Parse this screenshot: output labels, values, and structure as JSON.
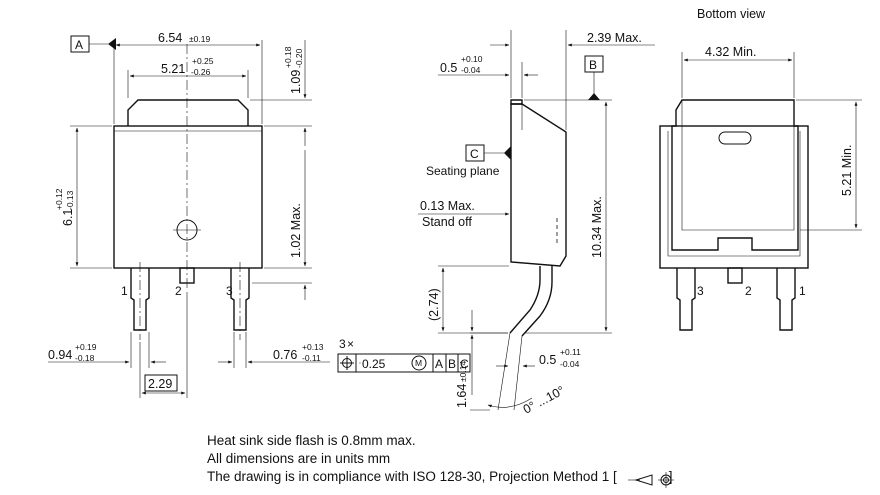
{
  "view_labels": {
    "bottom_view": "Bottom view"
  },
  "datums": {
    "a": "A",
    "b": "B",
    "c": "C"
  },
  "labels": {
    "seating_plane": "Seating plane",
    "stand_off": "Stand off"
  },
  "pins": [
    "1",
    "2",
    "3"
  ],
  "front": {
    "width_outer": {
      "value": "6.54",
      "tol": "±0.19"
    },
    "width_tab": {
      "value": "5.21",
      "tol_plus": "+0.25",
      "tol_minus": "-0.26"
    },
    "tab_height": {
      "value": "1.09",
      "tol_plus": "+0.18",
      "tol_minus": "-0.20"
    },
    "body_height": {
      "value": "6.1",
      "tol_plus": "+0.12",
      "tol_minus": "-0.13"
    },
    "lead_length": "1.02 Max.",
    "lead_width": {
      "value": "0.94",
      "tol_plus": "+0.19",
      "tol_minus": "-0.18"
    },
    "pitch": "2.29",
    "lead_width2": {
      "value": "0.76",
      "tol_plus": "+0.13",
      "tol_minus": "-0.11"
    },
    "pos_tol": {
      "count": "3",
      "times": "×",
      "value": "0.25",
      "mod": "M",
      "d1": "A",
      "d2": "B",
      "d3": "C"
    }
  },
  "side": {
    "thickness": "2.39 Max.",
    "tab_thick": {
      "value": "0.5",
      "tol_plus": "+0.10",
      "tol_minus": "-0.04"
    },
    "standoff": "0.13 Max.",
    "overall_len": "10.34 Max.",
    "lead_len": "(2.74)",
    "foot_len": {
      "value": "1.64",
      "tol": "±0.14"
    },
    "lead_thick": {
      "value": "0.5",
      "tol_plus": "+0.11",
      "tol_minus": "-0.04"
    },
    "angle": "0° ...10°"
  },
  "bottom": {
    "pad_width": "4.32 Min.",
    "pad_height": "5.21 Min."
  },
  "notes": [
    "Heat sink side flash is 0.8mm max.",
    "All dimensions are in units mm",
    "The drawing is in compliance with ISO 128-30, Projection Method 1 ["
  ],
  "notes_tail": "]"
}
